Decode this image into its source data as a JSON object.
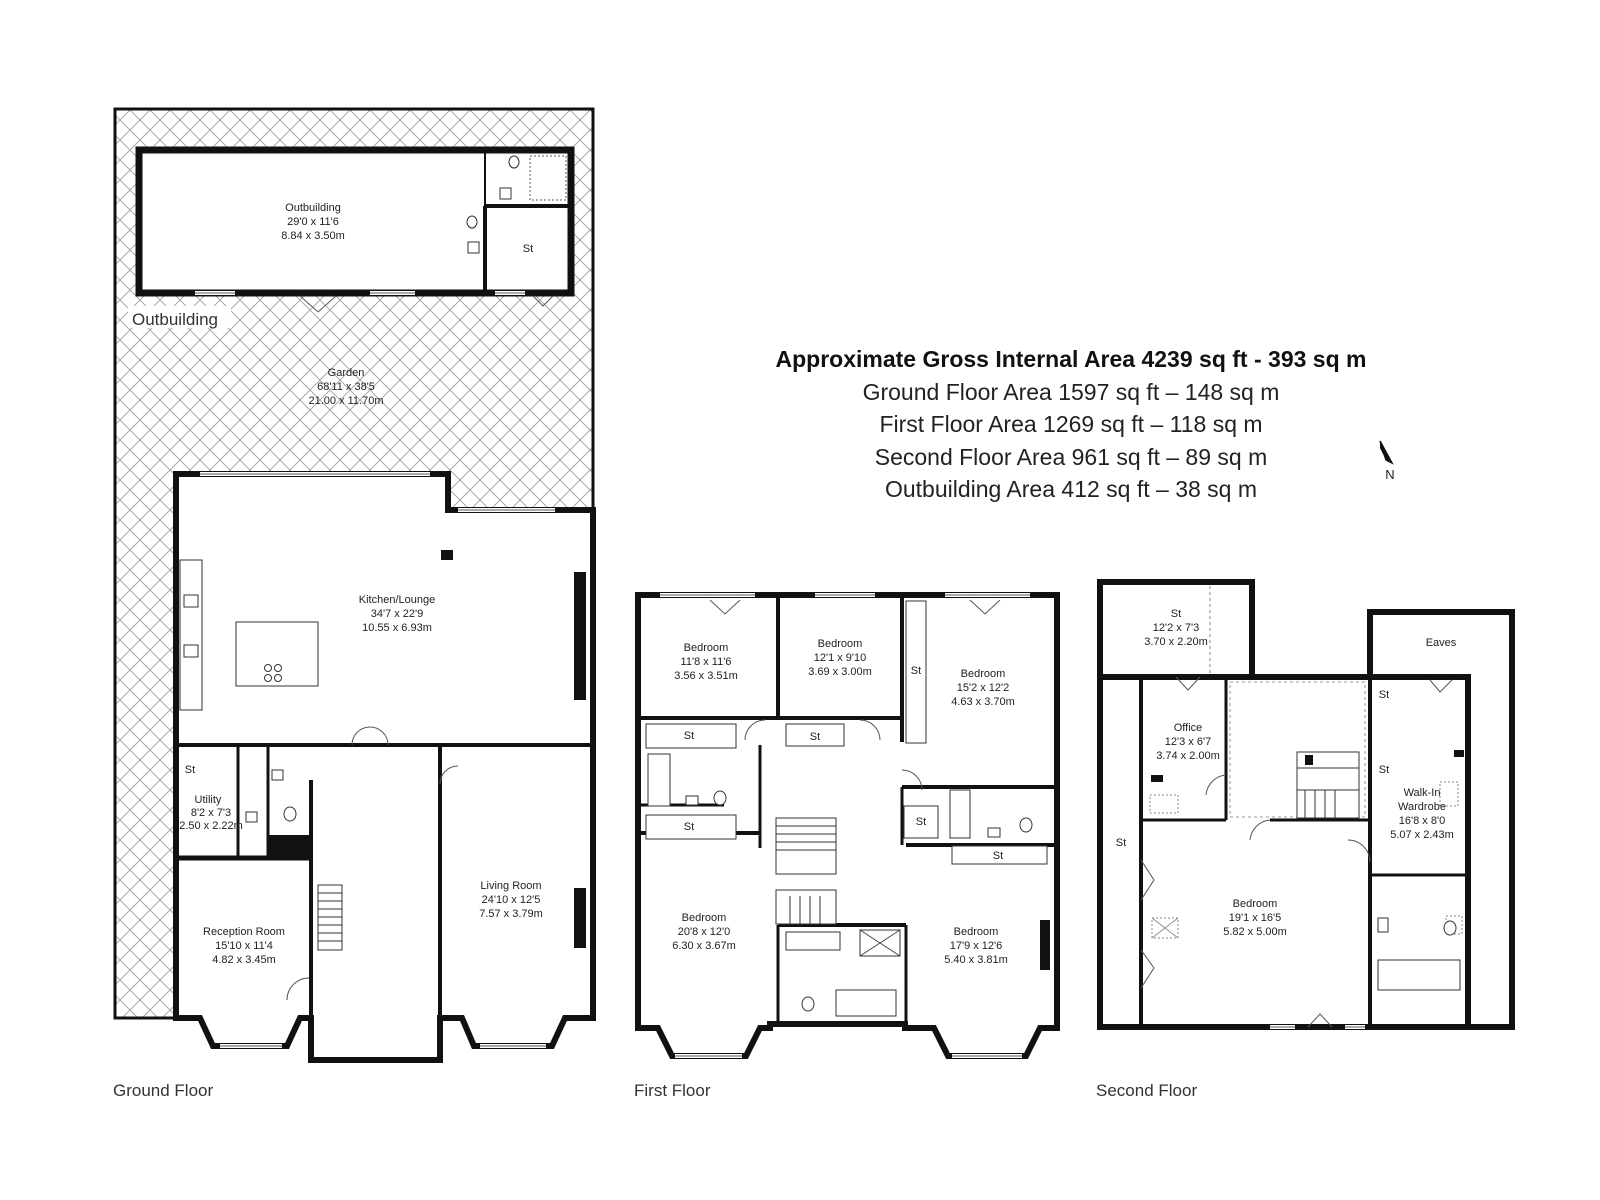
{
  "areas": {
    "title": "Approximate Gross Internal Area 4239 sq ft - 393 sq m",
    "lines": [
      "Ground Floor Area 1597 sq ft – 148 sq m",
      "First Floor Area 1269 sq ft – 118 sq m",
      "Second Floor Area 961 sq ft – 89 sq m",
      "Outbuilding Area 412 sq ft – 38 sq m"
    ]
  },
  "compass": {
    "label": "N"
  },
  "floors": {
    "ground": "Ground Floor",
    "first": "First Floor",
    "second": "Second Floor"
  },
  "ground": {
    "outbuilding_label": "Outbuilding",
    "outbuilding": {
      "name": "Outbuilding",
      "dim1": "29'0 x 11'6",
      "dim2": "8.84 x 3.50m"
    },
    "outbuilding_store": "St",
    "garden": {
      "name": "Garden",
      "dim1": "68'11 x 38'5",
      "dim2": "21.00 x 11.70m"
    },
    "kitchen": {
      "name": "Kitchen/Lounge",
      "dim1": "34'7 x 22'9",
      "dim2": "10.55 x 6.93m"
    },
    "store": "St",
    "utility": {
      "name": "Utility",
      "dim1": "8'2 x 7'3",
      "dim2": "2.50 x 2.22m"
    },
    "reception": {
      "name": "Reception Room",
      "dim1": "15'10 x 11'4",
      "dim2": "4.82 x 3.45m"
    },
    "living": {
      "name": "Living Room",
      "dim1": "24'10 x 12'5",
      "dim2": "7.57 x 3.79m"
    }
  },
  "first": {
    "bed1": {
      "name": "Bedroom",
      "dim1": "11'8 x 11'6",
      "dim2": "3.56 x 3.51m"
    },
    "bed2": {
      "name": "Bedroom",
      "dim1": "12'1 x 9'10",
      "dim2": "3.69 x 3.00m"
    },
    "bed3": {
      "name": "Bedroom",
      "dim1": "15'2 x 12'2",
      "dim2": "4.63 x 3.70m"
    },
    "bed4": {
      "name": "Bedroom",
      "dim1": "20'8 x 12'0",
      "dim2": "6.30 x 3.67m"
    },
    "bed5": {
      "name": "Bedroom",
      "dim1": "17'9 x 12'6",
      "dim2": "5.40 x 3.81m"
    },
    "store": "St"
  },
  "second": {
    "store_top": {
      "name": "St",
      "dim1": "12'2 x 7'3",
      "dim2": "3.70 x 2.20m"
    },
    "eaves": "Eaves",
    "office": {
      "name": "Office",
      "dim1": "12'3 x 6'7",
      "dim2": "3.74 x 2.00m"
    },
    "wardrobe": {
      "name1": "Walk-In",
      "name2": "Wardrobe",
      "dim1": "16'8 x 8'0",
      "dim2": "5.07 x 2.43m"
    },
    "bedroom": {
      "name": "Bedroom",
      "dim1": "19'1 x 16'5",
      "dim2": "5.82 x 5.00m"
    },
    "store": "St"
  }
}
